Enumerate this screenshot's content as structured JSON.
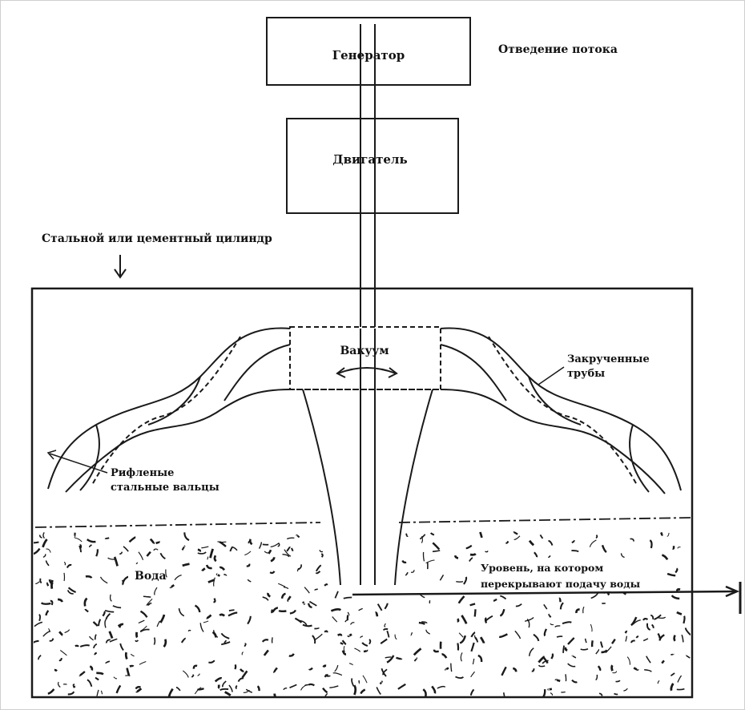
{
  "labels": {
    "generator": "Генератор",
    "flow_separation": "Отведение потока",
    "engine": "Двигатель",
    "cylinder": "Стальной или цементный цилиндр",
    "vacuum": "Вакуум",
    "twisted_pipes_1": "Закрученные",
    "twisted_pipes_2": "трубы",
    "ribbed_1": "Рифленые",
    "ribbed_2": "стальные вальцы",
    "water": "Вода",
    "level_1": "Уровень, на котором",
    "level_2": "перекрывают подачу воды"
  },
  "colors": {
    "ink": "#1a1a1a",
    "background": "#ffffff"
  }
}
